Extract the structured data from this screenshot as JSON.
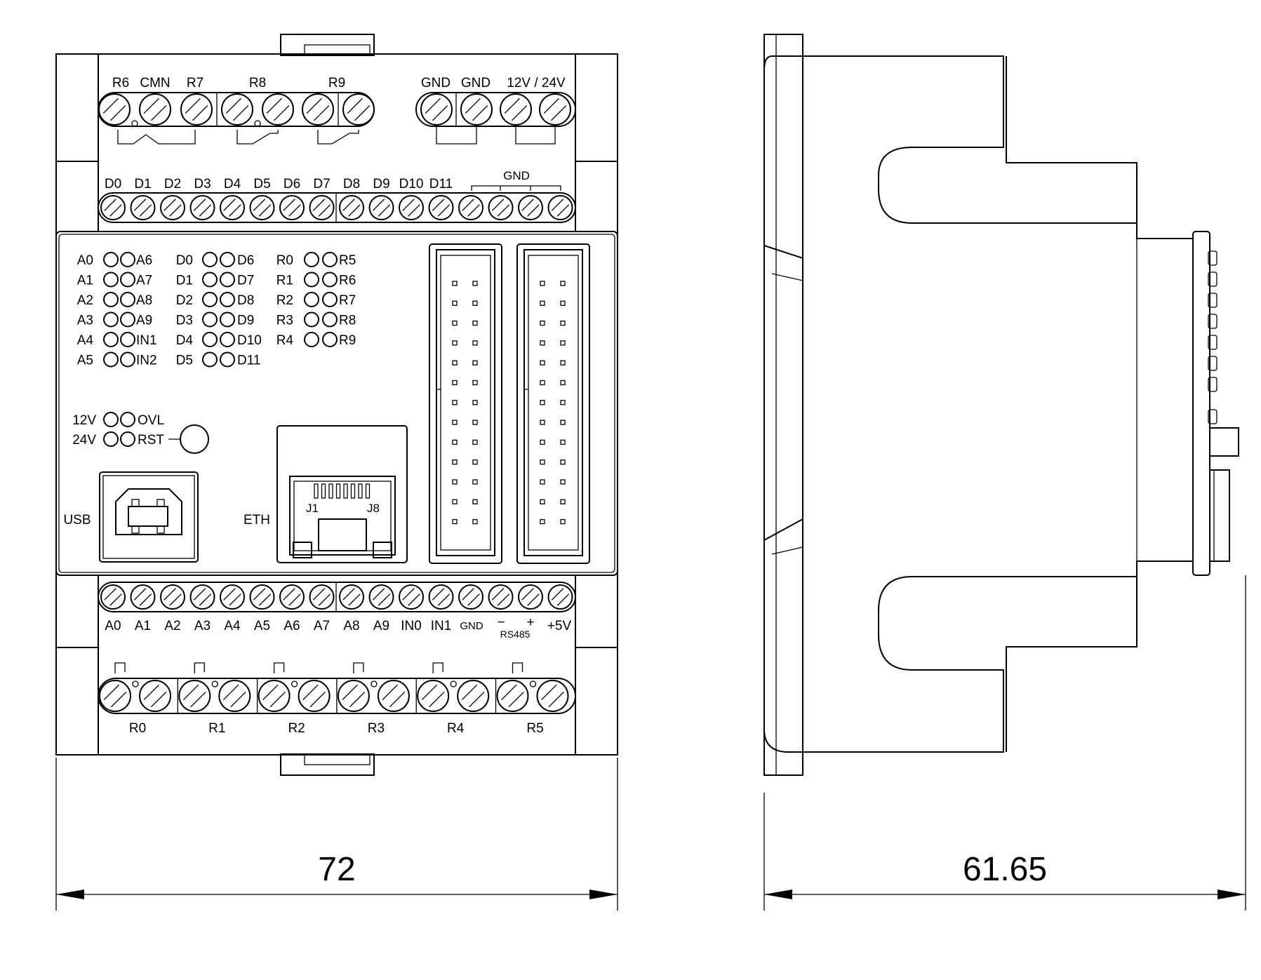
{
  "front": {
    "top_relay_labels": [
      "R6",
      "CMN",
      "R7",
      "R8",
      "R9"
    ],
    "top_power_labels": [
      "GND",
      "GND",
      "12V / 24V"
    ],
    "digital_labels": [
      "D0",
      "D1",
      "D2",
      "D3",
      "D4",
      "D5",
      "D6",
      "D7",
      "D8",
      "D9",
      "D10",
      "D11"
    ],
    "digital_gnd_label": "GND",
    "led_rows": [
      [
        "A0",
        "A6",
        "D0",
        "D6",
        "R0",
        "R5"
      ],
      [
        "A1",
        "A7",
        "D1",
        "D7",
        "R1",
        "R6"
      ],
      [
        "A2",
        "A8",
        "D2",
        "D8",
        "R2",
        "R7"
      ],
      [
        "A3",
        "A9",
        "D3",
        "D9",
        "R3",
        "R8"
      ],
      [
        "A4",
        "IN1",
        "D4",
        "D10",
        "R4",
        "R9"
      ],
      [
        "A5",
        "IN2",
        "D5",
        "D11",
        "",
        ""
      ]
    ],
    "power_leds": [
      [
        "12V",
        "OVL"
      ],
      [
        "24V",
        "RST"
      ]
    ],
    "usb_label": "USB",
    "eth_label": "ETH",
    "rj45_pin_labels": [
      "J1",
      "J8"
    ],
    "analog_labels": [
      "A0",
      "A1",
      "A2",
      "A3",
      "A4",
      "A5",
      "A6",
      "A7",
      "A8",
      "A9",
      "IN0",
      "IN1"
    ],
    "rs485": {
      "gnd": "GND",
      "minus": "−",
      "plus": "+",
      "label": "RS485",
      "vout": "+5V"
    },
    "bottom_relay_labels": [
      "R0",
      "R1",
      "R2",
      "R3",
      "R4",
      "R5"
    ]
  },
  "dimensions": {
    "width": "72",
    "depth": "61.65"
  }
}
